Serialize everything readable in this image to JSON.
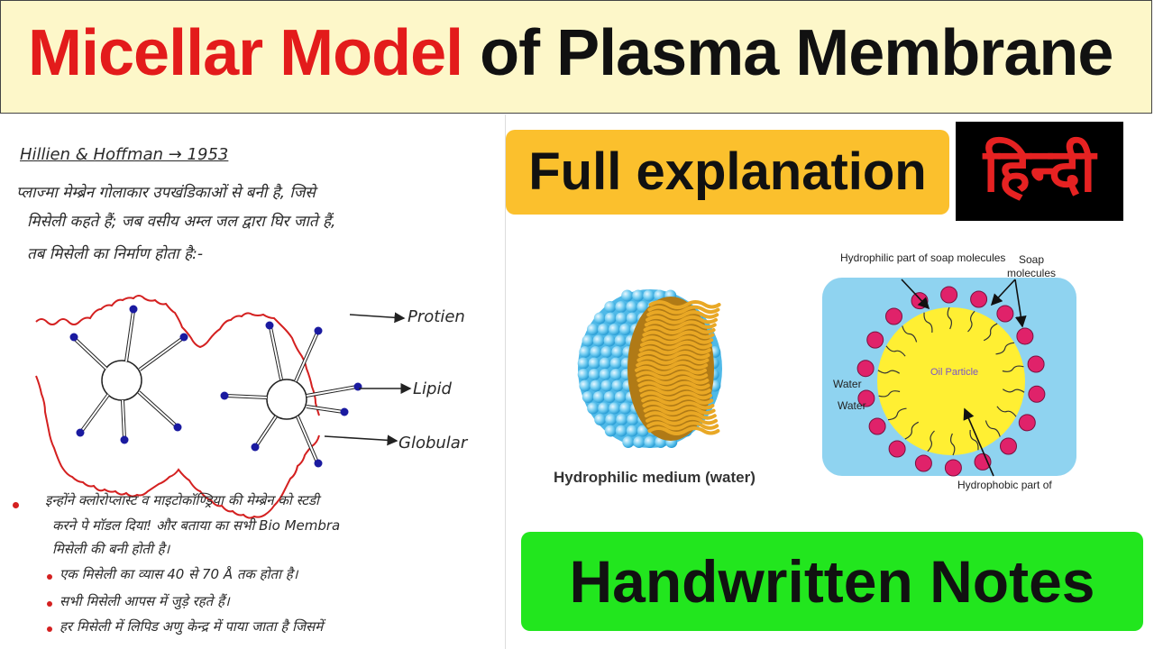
{
  "header": {
    "title_red": "Micellar Model",
    "title_black": "of Plasma Membrane"
  },
  "badges": {
    "full_explanation": "Full explanation",
    "hindi": "हिन्दी",
    "handwritten_notes": "Handwritten Notes"
  },
  "notes": {
    "authors": "Hillien & Hoffman → 1953",
    "line1": "प्लाज्मा मेम्ब्रेन गोलाकार उपखंडिकाओं से बनी है, जिसे",
    "line2": "मिसेली कहते हैं; जब वसीय अम्ल जल द्वारा घिर जाते हैं,",
    "line3": "तब मिसेली का निर्माण होता है:-",
    "label_protein": "Protien",
    "label_lipid": "Lipid",
    "label_globular": "Globular",
    "bullet1_a": "इन्होंने क्लोरोप्लास्ट व माइटोकॉण्ड्रिया की मेम्ब्रेन को स्टडी",
    "bullet1_b": "करने पे मॉडल दिया! और बताया का सभी Bio Membra",
    "bullet1_c": "मिसेली की बनी होती है।",
    "bullet2": "एक मिसेली का व्यास 40 से 70 Å तक होता है।",
    "bullet3": "सभी मिसेली आपस में जुड़े रहते हैं।",
    "bullet4": "हर मिसेली में लिपिड अणु केन्द्र में पाया जाता है जिसमें"
  },
  "micelle_figure": {
    "caption": "Hydrophilic medium (water)"
  },
  "soap_figure": {
    "label_hydrophilic": "Hydrophilic part of soap molecules",
    "label_soap": "Soap molecules",
    "label_water1": "Water",
    "label_water2": "Water",
    "label_oil": "Oil Particle",
    "label_hydrophobic": "Hydrophobic part of"
  },
  "colors": {
    "header_bg": "#fdf7c9",
    "title_red": "#e31b1b",
    "badge_yellow": "#fbc02d",
    "badge_green": "#22e61e",
    "soap_bg": "#8fd3f0",
    "oil": "#ffef33",
    "head": "#e0226a",
    "membrane_line": "#d42020"
  }
}
